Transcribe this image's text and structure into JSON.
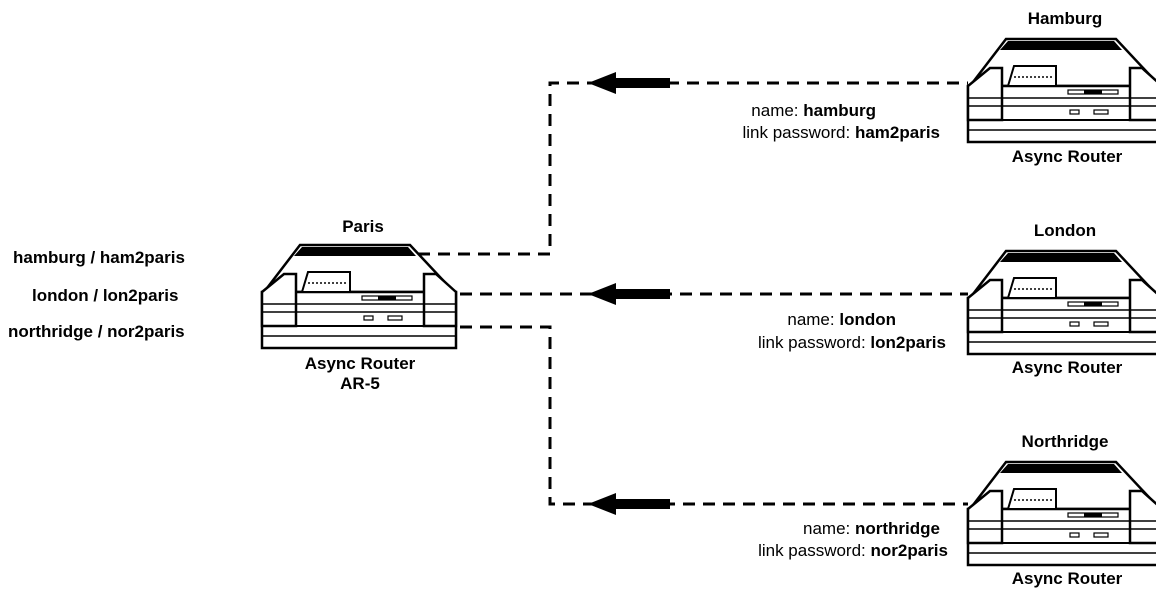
{
  "paris": {
    "name": "Paris",
    "model": "Async Router",
    "model_number": "AR-5",
    "credentials": [
      "hamburg / ham2paris",
      "london / lon2paris",
      "northridge / nor2paris"
    ]
  },
  "remotes": [
    {
      "city": "Hamburg",
      "model": "Async Router",
      "name_prefix": "name:",
      "name_value": "hamburg",
      "password_prefix": "link password:",
      "password_value": "ham2paris"
    },
    {
      "city": "London",
      "model": "Async Router",
      "name_prefix": "name:",
      "name_value": "london",
      "password_prefix": "link password:",
      "password_value": "lon2paris"
    },
    {
      "city": "Northridge",
      "model": "Async Router",
      "name_prefix": "name:",
      "name_value": "northridge",
      "password_prefix": "link password:",
      "password_value": "nor2paris"
    }
  ]
}
